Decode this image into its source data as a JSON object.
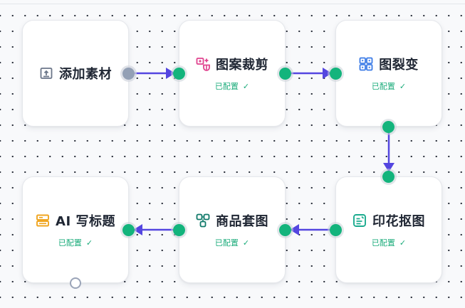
{
  "workflow": {
    "nodes": [
      {
        "id": "add-material",
        "title": "添加素材",
        "icon": "image-upload-icon",
        "color": "#6b7689",
        "status": null
      },
      {
        "id": "pattern-crop",
        "title": "图案裁剪",
        "icon": "pattern-crop-icon",
        "color": "#e0428e",
        "status": "已配置",
        "status_icon": "✓"
      },
      {
        "id": "image-fission",
        "title": "图裂变",
        "icon": "grid-icon",
        "color": "#3b7be6",
        "status": "已配置",
        "status_icon": "✓"
      },
      {
        "id": "print-cutout",
        "title": "印花抠图",
        "icon": "edit-card-icon",
        "color": "#1aab8e",
        "status": "已配置",
        "status_icon": "✓"
      },
      {
        "id": "product-set",
        "title": "商品套图",
        "icon": "cluster-icon",
        "color": "#117a6a",
        "status": "已配置",
        "status_icon": "✓"
      },
      {
        "id": "ai-title",
        "title": "AI 写标题",
        "icon": "server-stack-icon",
        "color": "#f0a622",
        "status": "已配置",
        "status_icon": "✓"
      }
    ],
    "edges": [
      {
        "from": "add-material",
        "to": "pattern-crop"
      },
      {
        "from": "pattern-crop",
        "to": "image-fission"
      },
      {
        "from": "image-fission",
        "to": "print-cutout"
      },
      {
        "from": "print-cutout",
        "to": "product-set"
      },
      {
        "from": "product-set",
        "to": "ai-title"
      }
    ],
    "colors": {
      "edge": "#5446e0",
      "handle_connected": "#13b47c",
      "handle_source_idle": "#93a0b5",
      "status_text": "#1aab7a"
    }
  }
}
